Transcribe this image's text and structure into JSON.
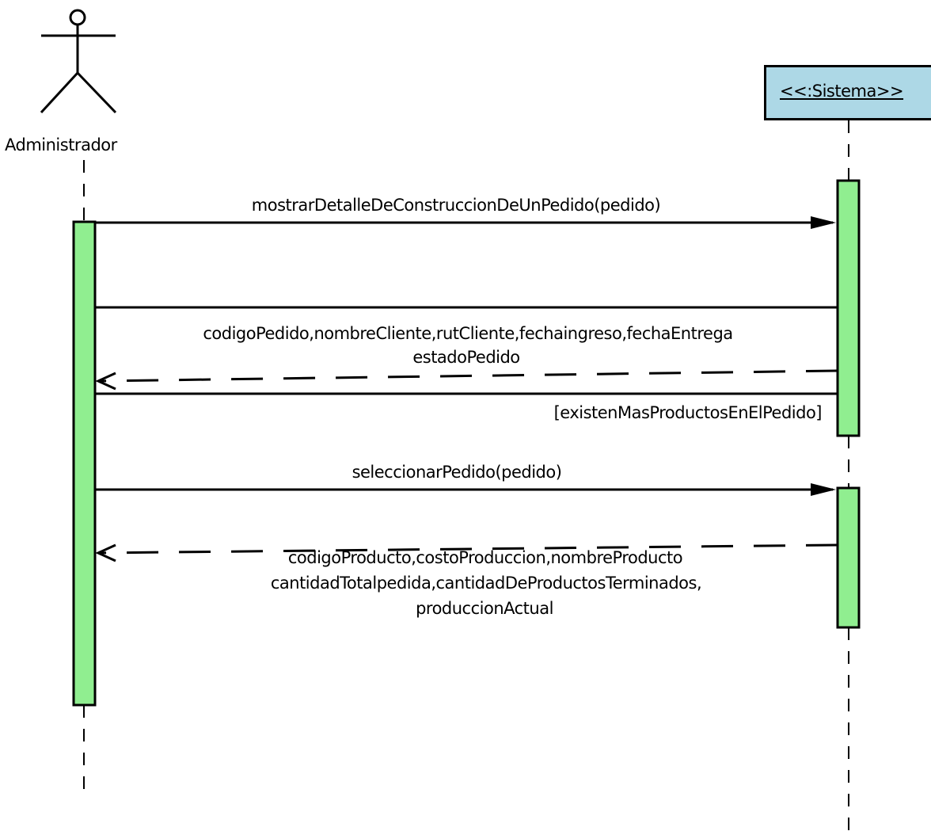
{
  "diagram": {
    "actor": {
      "name": "Administrador"
    },
    "system": {
      "name": "<<:Sistema>>"
    },
    "messages": {
      "m1": "mostrarDetalleDeConstruccionDeUnPedido(pedido)",
      "r1_line1": "codigoPedido,nombreCliente,rutCliente,fechaingreso,fechaEntrega",
      "r1_line2": "estadoPedido",
      "guard": "[existenMasProductosEnElPedido]",
      "m2": "seleccionarPedido(pedido)",
      "r2_line1": "codigoProducto,costoProduccion,nombreProducto",
      "r2_line2": "cantidadTotalpedida,cantidadDeProductosTerminados,",
      "r2_line3": "produccionActual"
    },
    "colors": {
      "activation": "#90ee90",
      "system_header": "#add8e6",
      "lines": "#000000"
    }
  }
}
